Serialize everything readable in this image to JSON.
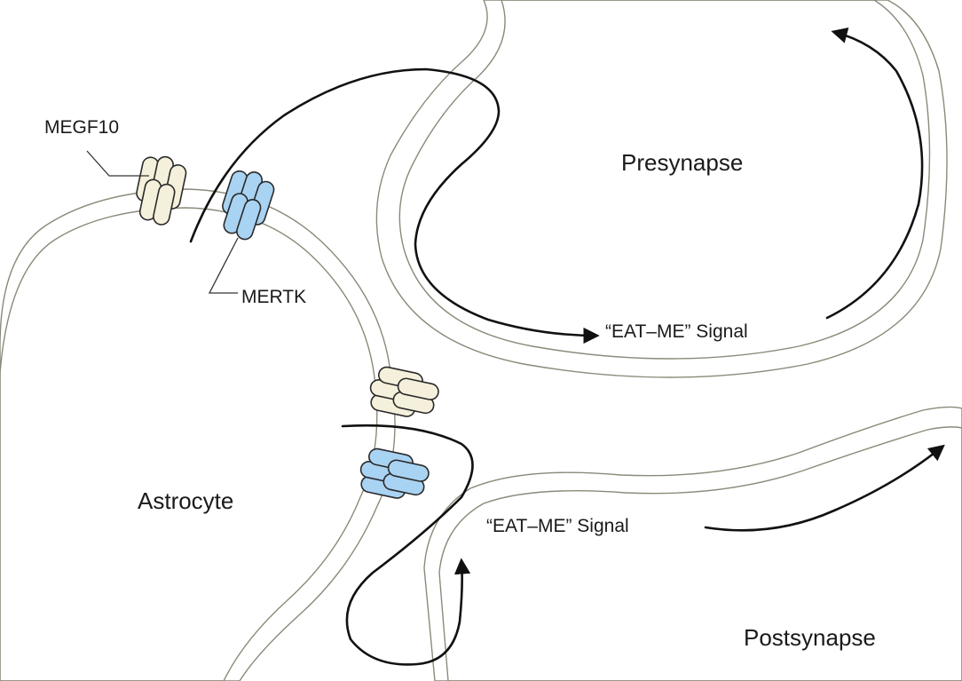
{
  "labels": {
    "megf10": "MEGF10",
    "mertk": "MERTK",
    "presynapse": "Presynapse",
    "postsynapse": "Postsynapse",
    "astrocyte": "Astrocyte",
    "signal_pre": "“EAT–ME” Signal",
    "signal_post": "“EAT–ME” Signal"
  },
  "colors": {
    "astrocyte_fill": "#b2d6a8",
    "astrocyte_membrane": "#d4e8cf",
    "presynapse_fill": "#f3f1da",
    "presynapse_membrane": "#f8f7ea",
    "postsynapse_fill": "#eddfd1",
    "postsynapse_membrane": "#f5ece6",
    "megf10_fill": "#f4f0db",
    "mertk_fill": "#a9d3f2"
  }
}
